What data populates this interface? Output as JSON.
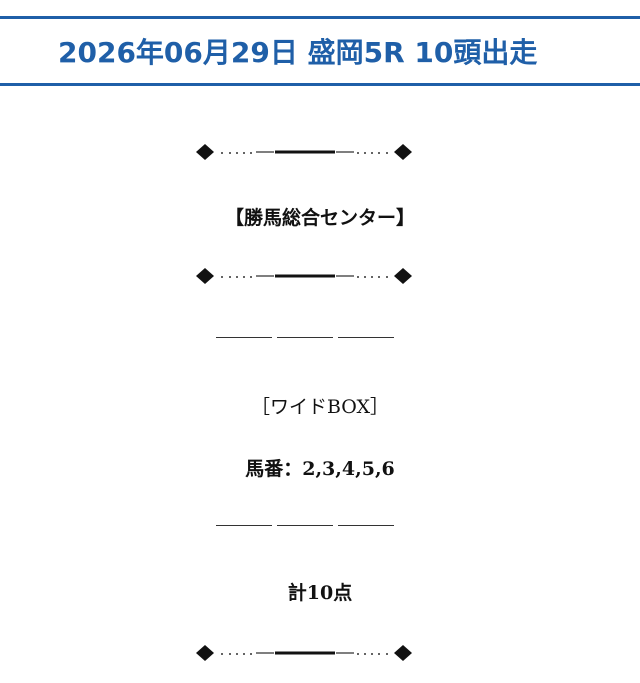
{
  "header": {
    "title": "2026年06月29日 盛岡5R 10頭出走"
  },
  "content": {
    "center_name": "【勝馬総合センター】",
    "bet_type": "［ワイドBOX］",
    "horses": "馬番：2,3,4,5,6",
    "total": "計10点"
  },
  "colors": {
    "accent": "#1f5fa8",
    "text": "#111111"
  }
}
